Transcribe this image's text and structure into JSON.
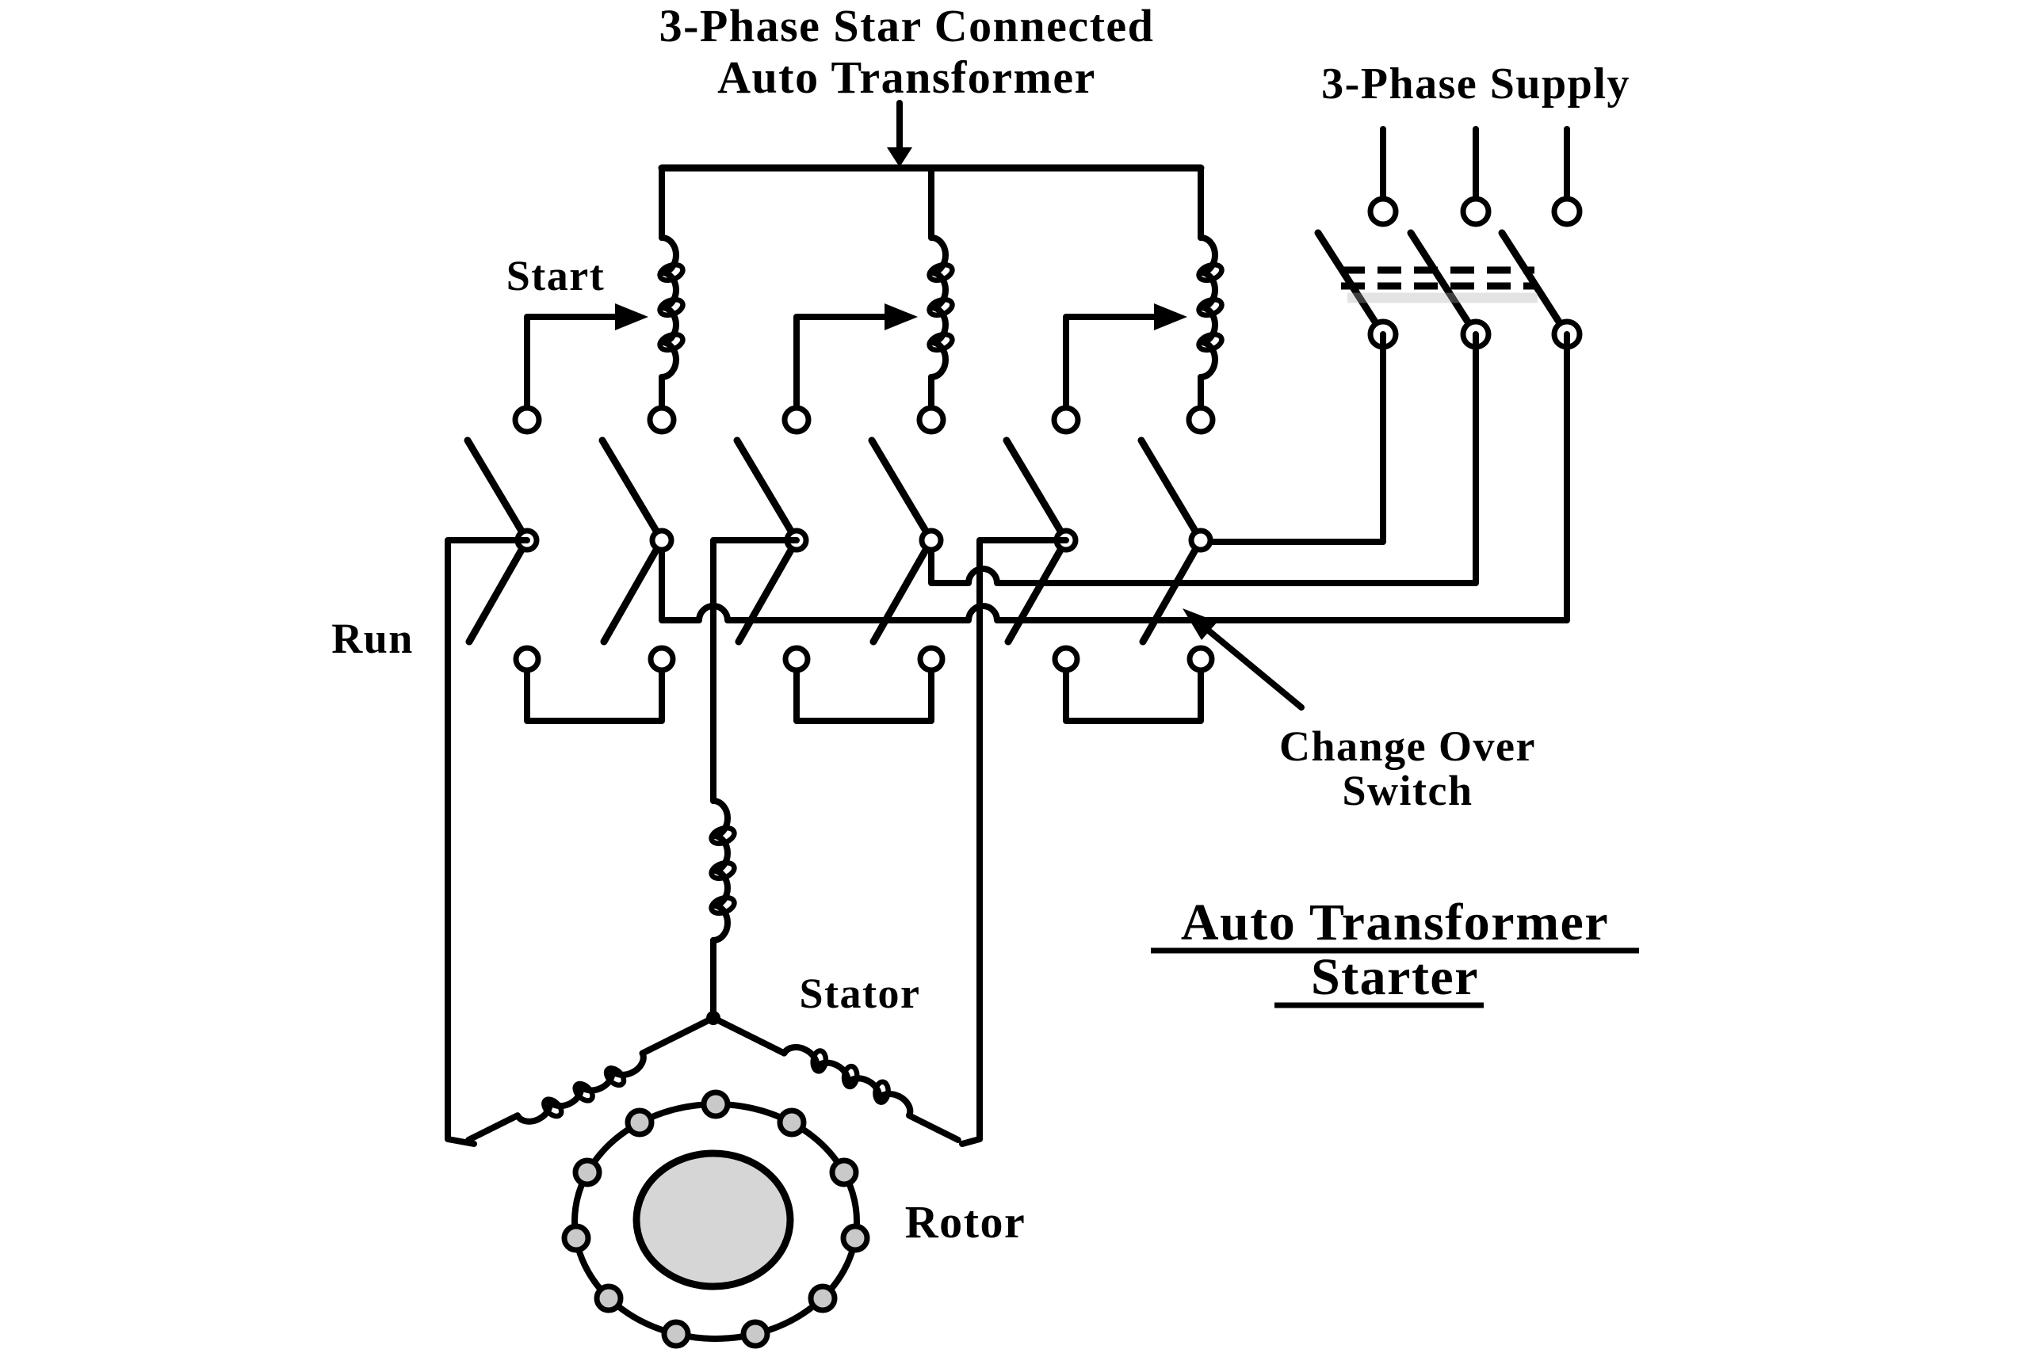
{
  "diagram": {
    "top_title": {
      "line1": "3-Phase Star Connected",
      "line2": "Auto Transformer"
    },
    "supply_label": "3-Phase Supply",
    "start_label": "Start",
    "run_label": "Run",
    "changeover_label": {
      "line1": "Change Over",
      "line2": "Switch"
    },
    "stator_label": "Stator",
    "rotor_label": "Rotor",
    "caption": {
      "line1": "Auto Transformer",
      "line2": "Starter"
    },
    "colors": {
      "ink": "#000000",
      "rotor_core_fill": "#d6d6d6",
      "rotor_bar_fill": "#c9c9c9",
      "background": "#ffffff"
    }
  }
}
